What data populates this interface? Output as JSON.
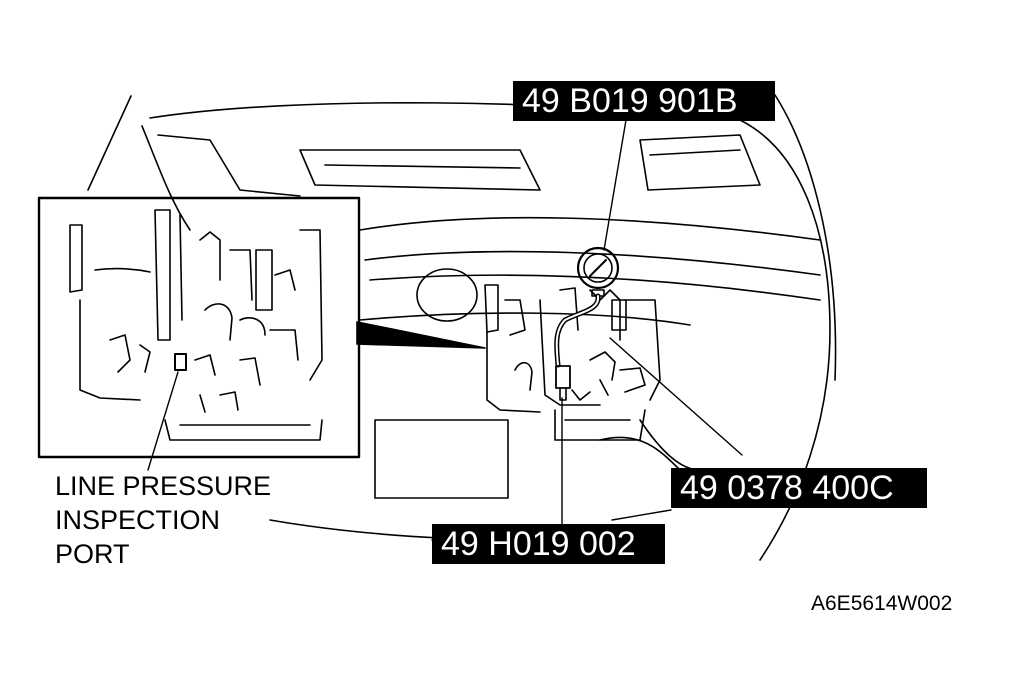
{
  "callouts": {
    "gauge_tool": "49 B019 901B",
    "hose_tool": "49 0378 400C",
    "adapter_tool": "49 H019 002"
  },
  "inset": {
    "label_line1": "LINE PRESSURE",
    "label_line2": "INSPECTION",
    "label_line3": "PORT"
  },
  "figure_id": "A6E5614W002"
}
